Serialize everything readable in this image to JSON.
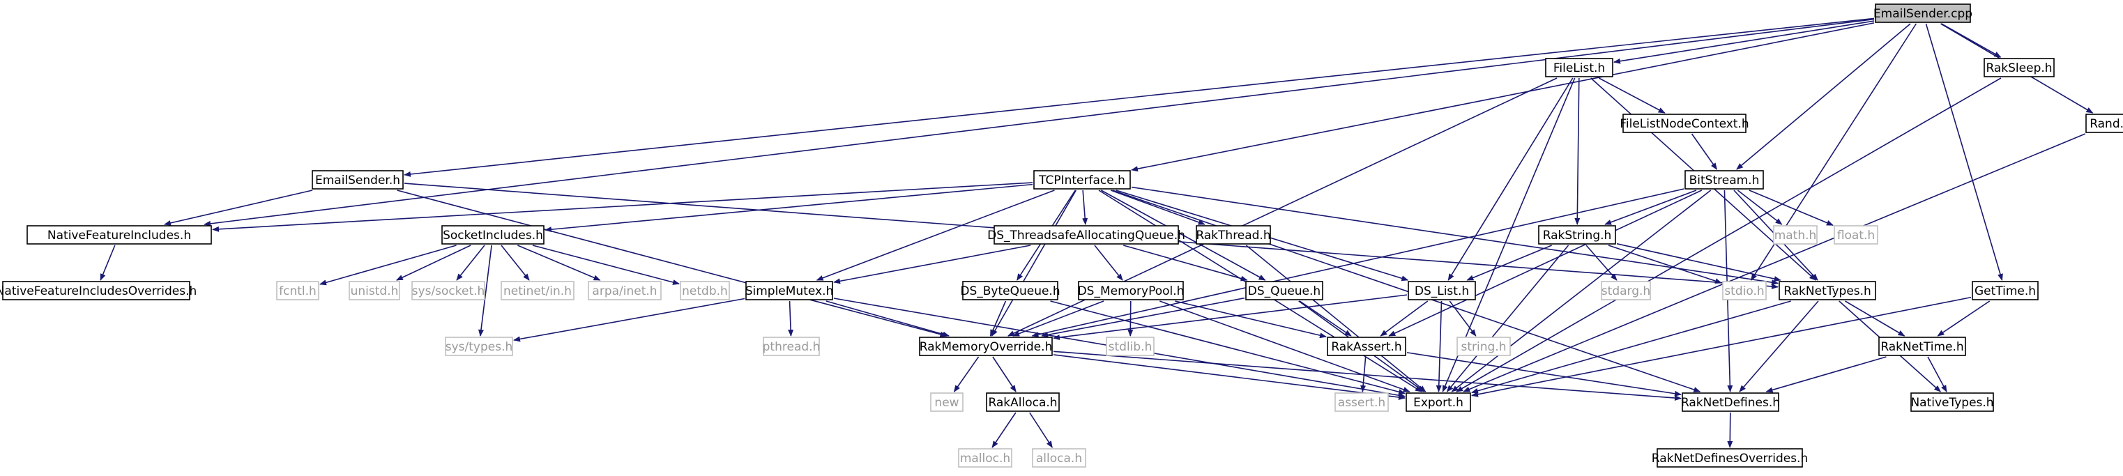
{
  "title": "EmailSender.cpp",
  "colors": {
    "edge": "#191970",
    "root_fill": "#bfbfbf",
    "node_border": "#000000",
    "external_border": "#bfbfbf",
    "external_text": "#9a9a9a"
  },
  "nodes": [
    {
      "id": "n_emailsender_cpp",
      "label": "EmailSender.cpp",
      "kind": "root"
    },
    {
      "id": "n_filelist_h",
      "label": "FileList.h",
      "kind": "normal"
    },
    {
      "id": "n_raksleep_h",
      "label": "RakSleep.h",
      "kind": "normal"
    },
    {
      "id": "n_rand_h",
      "label": "Rand.h",
      "kind": "normal"
    },
    {
      "id": "n_filelistnodecontext_h",
      "label": "FileListNodeContext.h",
      "kind": "normal"
    },
    {
      "id": "n_bitstream_h",
      "label": "BitStream.h",
      "kind": "normal"
    },
    {
      "id": "n_emailsender_h",
      "label": "EmailSender.h",
      "kind": "normal"
    },
    {
      "id": "n_tcpinterface_h",
      "label": "TCPInterface.h",
      "kind": "normal"
    },
    {
      "id": "n_nativefeatureincludes_h",
      "label": "NativeFeatureIncludes.h",
      "kind": "normal"
    },
    {
      "id": "n_socketincludes_h",
      "label": "SocketIncludes.h",
      "kind": "normal"
    },
    {
      "id": "n_ds_threadsafeallocatingqueue_h",
      "label": "DS_ThreadsafeAllocatingQueue.h",
      "kind": "normal"
    },
    {
      "id": "n_rakthread_h",
      "label": "RakThread.h",
      "kind": "normal"
    },
    {
      "id": "n_rakstring_h",
      "label": "RakString.h",
      "kind": "normal"
    },
    {
      "id": "n_math_h",
      "label": "math.h",
      "kind": "external"
    },
    {
      "id": "n_float_h",
      "label": "float.h",
      "kind": "external"
    },
    {
      "id": "n_nativefeatureincludesoverrides_h",
      "label": "NativeFeatureIncludesOverrides.h",
      "kind": "normal"
    },
    {
      "id": "n_fcntl_h",
      "label": "fcntl.h",
      "kind": "external"
    },
    {
      "id": "n_unistd_h",
      "label": "unistd.h",
      "kind": "external"
    },
    {
      "id": "n_sys_socket_h",
      "label": "sys/socket.h",
      "kind": "external"
    },
    {
      "id": "n_netinet_in_h",
      "label": "netinet/in.h",
      "kind": "external"
    },
    {
      "id": "n_arpa_inet_h",
      "label": "arpa/inet.h",
      "kind": "external"
    },
    {
      "id": "n_netdb_h",
      "label": "netdb.h",
      "kind": "external"
    },
    {
      "id": "n_simplemutex_h",
      "label": "SimpleMutex.h",
      "kind": "normal"
    },
    {
      "id": "n_ds_bytequeue_h",
      "label": "DS_ByteQueue.h",
      "kind": "normal"
    },
    {
      "id": "n_ds_memorypool_h",
      "label": "DS_MemoryPool.h",
      "kind": "normal"
    },
    {
      "id": "n_ds_queue_h",
      "label": "DS_Queue.h",
      "kind": "normal"
    },
    {
      "id": "n_ds_list_h",
      "label": "DS_List.h",
      "kind": "normal"
    },
    {
      "id": "n_stdarg_h",
      "label": "stdarg.h",
      "kind": "external"
    },
    {
      "id": "n_stdio_h",
      "label": "stdio.h",
      "kind": "external"
    },
    {
      "id": "n_raknettypes_h",
      "label": "RakNetTypes.h",
      "kind": "normal"
    },
    {
      "id": "n_gettime_h",
      "label": "GetTime.h",
      "kind": "normal"
    },
    {
      "id": "n_sys_types_h",
      "label": "sys/types.h",
      "kind": "external"
    },
    {
      "id": "n_pthread_h",
      "label": "pthread.h",
      "kind": "external"
    },
    {
      "id": "n_rakmemoryoverride_h",
      "label": "RakMemoryOverride.h",
      "kind": "normal"
    },
    {
      "id": "n_stdlib_h",
      "label": "stdlib.h",
      "kind": "external"
    },
    {
      "id": "n_rakassert_h",
      "label": "RakAssert.h",
      "kind": "normal"
    },
    {
      "id": "n_string_h",
      "label": "string.h",
      "kind": "external"
    },
    {
      "id": "n_raknettime_h",
      "label": "RakNetTime.h",
      "kind": "normal"
    },
    {
      "id": "n_new",
      "label": "new",
      "kind": "external"
    },
    {
      "id": "n_rakalloca_h",
      "label": "RakAlloca.h",
      "kind": "normal"
    },
    {
      "id": "n_assert_h",
      "label": "assert.h",
      "kind": "external"
    },
    {
      "id": "n_export_h",
      "label": "Export.h",
      "kind": "normal"
    },
    {
      "id": "n_raknetdefines_h",
      "label": "RakNetDefines.h",
      "kind": "normal"
    },
    {
      "id": "n_nativetypes_h",
      "label": "NativeTypes.h",
      "kind": "normal"
    },
    {
      "id": "n_malloc_h",
      "label": "malloc.h",
      "kind": "external"
    },
    {
      "id": "n_alloca_h",
      "label": "alloca.h",
      "kind": "external"
    },
    {
      "id": "n_raknetdefinesoverrides_h",
      "label": "RakNetDefinesOverrides.h",
      "kind": "normal"
    }
  ],
  "edges": [
    [
      "n_emailsender_cpp",
      "n_filelist_h"
    ],
    [
      "n_emailsender_cpp",
      "n_raksleep_h"
    ],
    [
      "n_emailsender_cpp",
      "n_rand_h"
    ],
    [
      "n_emailsender_cpp",
      "n_bitstream_h"
    ],
    [
      "n_emailsender_cpp",
      "n_tcpinterface_h"
    ],
    [
      "n_emailsender_cpp",
      "n_emailsender_h"
    ],
    [
      "n_emailsender_cpp",
      "n_nativefeatureincludes_h"
    ],
    [
      "n_emailsender_cpp",
      "n_gettime_h"
    ],
    [
      "n_emailsender_cpp",
      "n_stdio_h"
    ],
    [
      "n_filelist_h",
      "n_filelistnodecontext_h"
    ],
    [
      "n_filelist_h",
      "n_rakstring_h"
    ],
    [
      "n_filelist_h",
      "n_ds_list_h"
    ],
    [
      "n_filelist_h",
      "n_export_h"
    ],
    [
      "n_filelist_h",
      "n_raknettypes_h"
    ],
    [
      "n_filelist_h",
      "n_rakmemoryoverride_h"
    ],
    [
      "n_raksleep_h",
      "n_export_h"
    ],
    [
      "n_rand_h",
      "n_export_h"
    ],
    [
      "n_filelistnodecontext_h",
      "n_bitstream_h"
    ],
    [
      "n_bitstream_h",
      "n_rakmemoryoverride_h"
    ],
    [
      "n_bitstream_h",
      "n_rakstring_h"
    ],
    [
      "n_bitstream_h",
      "n_math_h"
    ],
    [
      "n_bitstream_h",
      "n_float_h"
    ],
    [
      "n_bitstream_h",
      "n_raknettypes_h"
    ],
    [
      "n_bitstream_h",
      "n_rakassert_h"
    ],
    [
      "n_bitstream_h",
      "n_export_h"
    ],
    [
      "n_bitstream_h",
      "n_raknetdefines_h"
    ],
    [
      "n_emailsender_h",
      "n_nativefeatureincludes_h"
    ],
    [
      "n_emailsender_h",
      "n_raknettypes_h"
    ],
    [
      "n_emailsender_h",
      "n_rakmemoryoverride_h"
    ],
    [
      "n_tcpinterface_h",
      "n_nativefeatureincludes_h"
    ],
    [
      "n_tcpinterface_h",
      "n_socketincludes_h"
    ],
    [
      "n_tcpinterface_h",
      "n_ds_threadsafeallocatingqueue_h"
    ],
    [
      "n_tcpinterface_h",
      "n_rakthread_h"
    ],
    [
      "n_tcpinterface_h",
      "n_simplemutex_h"
    ],
    [
      "n_tcpinterface_h",
      "n_ds_bytequeue_h"
    ],
    [
      "n_tcpinterface_h",
      "n_ds_queue_h"
    ],
    [
      "n_tcpinterface_h",
      "n_ds_list_h"
    ],
    [
      "n_tcpinterface_h",
      "n_raknettypes_h"
    ],
    [
      "n_tcpinterface_h",
      "n_export_h"
    ],
    [
      "n_tcpinterface_h",
      "n_rakmemoryoverride_h"
    ],
    [
      "n_tcpinterface_h",
      "n_raknetdefines_h"
    ],
    [
      "n_nativefeatureincludes_h",
      "n_nativefeatureincludesoverrides_h"
    ],
    [
      "n_socketincludes_h",
      "n_fcntl_h"
    ],
    [
      "n_socketincludes_h",
      "n_unistd_h"
    ],
    [
      "n_socketincludes_h",
      "n_sys_socket_h"
    ],
    [
      "n_socketincludes_h",
      "n_netinet_in_h"
    ],
    [
      "n_socketincludes_h",
      "n_arpa_inet_h"
    ],
    [
      "n_socketincludes_h",
      "n_netdb_h"
    ],
    [
      "n_socketincludes_h",
      "n_sys_types_h"
    ],
    [
      "n_ds_threadsafeallocatingqueue_h",
      "n_simplemutex_h"
    ],
    [
      "n_ds_threadsafeallocatingqueue_h",
      "n_ds_memorypool_h"
    ],
    [
      "n_ds_threadsafeallocatingqueue_h",
      "n_ds_queue_h"
    ],
    [
      "n_rakthread_h",
      "n_export_h"
    ],
    [
      "n_rakstring_h",
      "n_export_h"
    ],
    [
      "n_rakstring_h",
      "n_ds_list_h"
    ],
    [
      "n_rakstring_h",
      "n_raknettypes_h"
    ],
    [
      "n_rakstring_h",
      "n_stdio_h"
    ],
    [
      "n_rakstring_h",
      "n_stdarg_h"
    ],
    [
      "n_simplemutex_h",
      "n_rakmemoryoverride_h"
    ],
    [
      "n_simplemutex_h",
      "n_export_h"
    ],
    [
      "n_simplemutex_h",
      "n_pthread_h"
    ],
    [
      "n_simplemutex_h",
      "n_sys_types_h"
    ],
    [
      "n_ds_bytequeue_h",
      "n_rakmemoryoverride_h"
    ],
    [
      "n_ds_bytequeue_h",
      "n_export_h"
    ],
    [
      "n_ds_memorypool_h",
      "n_rakassert_h"
    ],
    [
      "n_ds_memorypool_h",
      "n_export_h"
    ],
    [
      "n_ds_memorypool_h",
      "n_rakmemoryoverride_h"
    ],
    [
      "n_ds_memorypool_h",
      "n_stdlib_h"
    ],
    [
      "n_ds_queue_h",
      "n_rakassert_h"
    ],
    [
      "n_ds_queue_h",
      "n_export_h"
    ],
    [
      "n_ds_queue_h",
      "n_rakmemoryoverride_h"
    ],
    [
      "n_ds_list_h",
      "n_rakassert_h"
    ],
    [
      "n_ds_list_h",
      "n_string_h"
    ],
    [
      "n_ds_list_h",
      "n_export_h"
    ],
    [
      "n_ds_list_h",
      "n_rakmemoryoverride_h"
    ],
    [
      "n_raknettypes_h",
      "n_raknetdefines_h"
    ],
    [
      "n_raknettypes_h",
      "n_nativetypes_h"
    ],
    [
      "n_raknettypes_h",
      "n_raknettime_h"
    ],
    [
      "n_raknettypes_h",
      "n_export_h"
    ],
    [
      "n_gettime_h",
      "n_export_h"
    ],
    [
      "n_gettime_h",
      "n_raknettime_h"
    ],
    [
      "n_rakmemoryoverride_h",
      "n_export_h"
    ],
    [
      "n_rakmemoryoverride_h",
      "n_new"
    ],
    [
      "n_rakmemoryoverride_h",
      "n_rakalloca_h"
    ],
    [
      "n_rakmemoryoverride_h",
      "n_raknetdefines_h"
    ],
    [
      "n_rakassert_h",
      "n_assert_h"
    ],
    [
      "n_rakassert_h",
      "n_raknetdefines_h"
    ],
    [
      "n_raknettime_h",
      "n_nativetypes_h"
    ],
    [
      "n_raknettime_h",
      "n_raknetdefines_h"
    ],
    [
      "n_rakalloca_h",
      "n_malloc_h"
    ],
    [
      "n_rakalloca_h",
      "n_alloca_h"
    ],
    [
      "n_raknetdefines_h",
      "n_raknetdefinesoverrides_h"
    ]
  ]
}
